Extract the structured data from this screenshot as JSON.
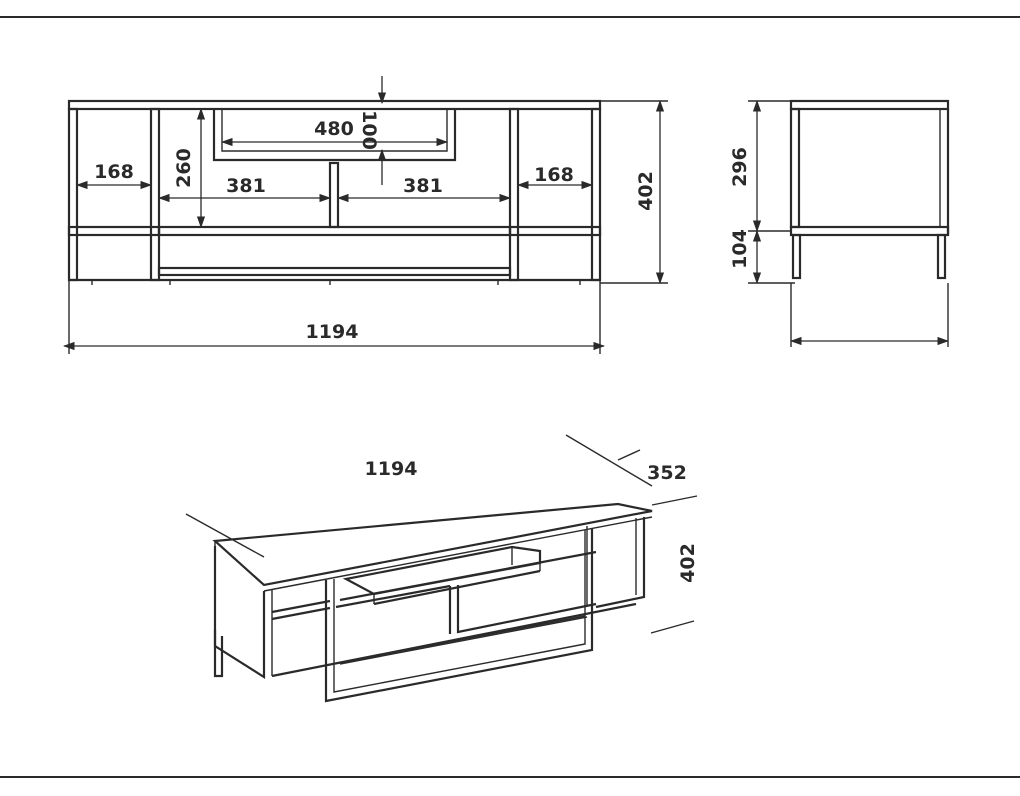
{
  "front_view": {
    "overall_width": "1194",
    "overall_height": "402",
    "side_compartment_left": "168",
    "side_compartment_right": "168",
    "shelf_inner_height": "260",
    "center_bay_left": "381",
    "center_bay_right": "381",
    "top_shelf_width": "480",
    "top_shelf_thickness": "100"
  },
  "side_view": {
    "body_height": "296",
    "leg_height": "104"
  },
  "isometric_view": {
    "width": "1194",
    "depth": "352",
    "height": "402"
  }
}
